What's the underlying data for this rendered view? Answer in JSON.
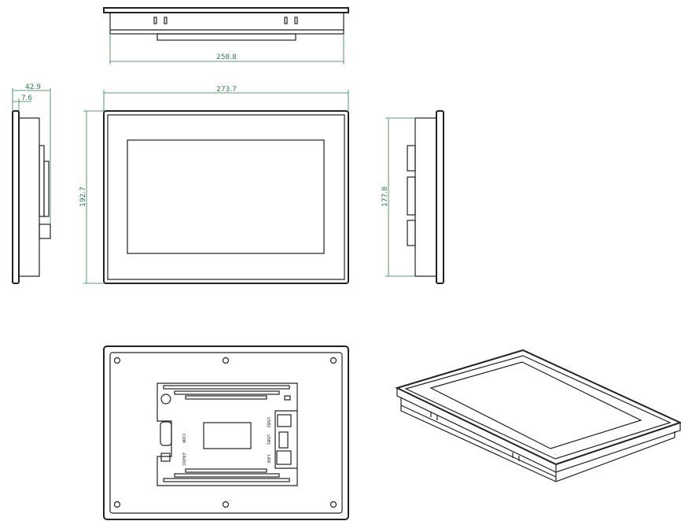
{
  "dimensions": {
    "top_width": "258.8",
    "front_width": "273.7",
    "front_height": "192.7",
    "side_depth": "42.9",
    "bezel_depth": "7.6",
    "cutout_height": "177.8"
  },
  "ports": {
    "com": "COM",
    "power": "24VDC",
    "usb2": "USB2",
    "usb1": "USB1",
    "lan": "LAN"
  },
  "colors": {
    "dimension": "#2e7d4f",
    "outline": "#222222"
  }
}
